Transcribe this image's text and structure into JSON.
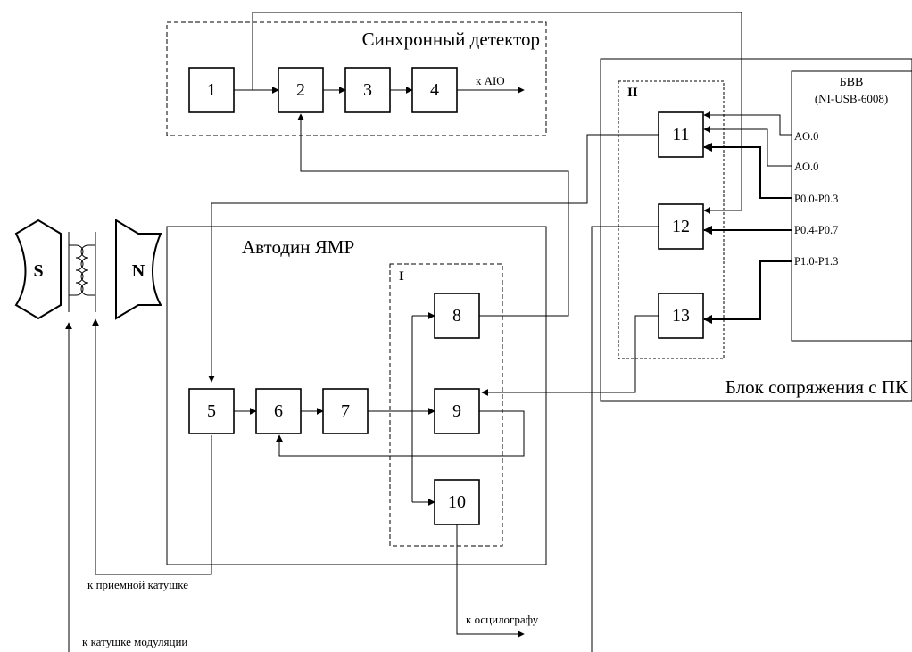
{
  "labels": {
    "sync_detector": "Синхронный детектор",
    "autodyne": "Автодин ЯМР",
    "interface_block": "Блок сопряжения с ПК",
    "group_I": "I",
    "group_II": "II",
    "to_aio": "к AIO",
    "to_receive_coil": "к приемной катушке",
    "to_modulation_coil": "к катушке модуляции",
    "to_oscilloscope": "к осцилографу"
  },
  "bvv": {
    "title": "БВВ",
    "model": "(NI-USB-6008)",
    "ports": [
      "AO.0",
      "AO.0",
      "P0.0-P0.3",
      "P0.4-P0.7",
      "P1.0-P1.3"
    ]
  },
  "magnet": {
    "south": "S",
    "north": "N"
  },
  "blocks": [
    "1",
    "2",
    "3",
    "4",
    "5",
    "6",
    "7",
    "8",
    "9",
    "10",
    "11",
    "12",
    "13"
  ]
}
